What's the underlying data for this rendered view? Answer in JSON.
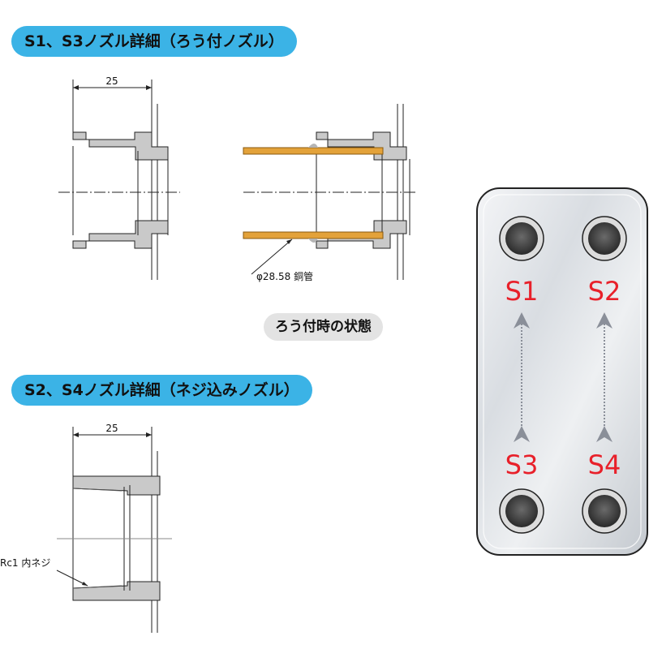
{
  "sections": {
    "s1s3_title": "S1、S3ノズル詳細（ろう付ノズル）",
    "s2s4_title": "S2、S4ノズル詳細（ネジ込みノズル）",
    "brazed_state": "ろう付時の状態"
  },
  "dimensions": {
    "top_width": "25",
    "bottom_width": "25"
  },
  "annotations": {
    "copper_pipe": "φ28.58 銅管",
    "thread": "Rc1 内ネジ"
  },
  "plate": {
    "ports": [
      "S1",
      "S2",
      "S3",
      "S4"
    ],
    "port_label_color": "#e8202a"
  },
  "colors": {
    "pill_blue": "#3bb3e6",
    "copper": "#e3a23a",
    "section_grey": "#c9c9c9"
  }
}
